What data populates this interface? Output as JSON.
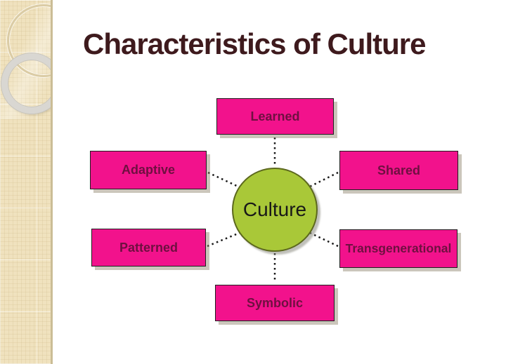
{
  "slide": {
    "title": "Characteristics of Culture"
  },
  "diagram": {
    "center": {
      "label": "Culture"
    },
    "nodes": [
      {
        "id": "learned",
        "label": "Learned",
        "position": "top"
      },
      {
        "id": "shared",
        "label": "Shared",
        "position": "top-right"
      },
      {
        "id": "adaptive",
        "label": "Adaptive",
        "position": "top-left"
      },
      {
        "id": "transgenerational",
        "label": "Transgenerational",
        "position": "bottom-right"
      },
      {
        "id": "patterned",
        "label": "Patterned",
        "position": "bottom-left"
      },
      {
        "id": "symbolic",
        "label": "Symbolic",
        "position": "bottom"
      }
    ]
  },
  "theme": {
    "box-fill": "#F2128C",
    "box-text": "#6E1040",
    "circle-fill": "#A9C838",
    "circle-border": "#5C681D",
    "title-color": "#3E1A1D",
    "sidebar-bg": "#F0E2BE",
    "connector-color": "#1A1A1A"
  }
}
